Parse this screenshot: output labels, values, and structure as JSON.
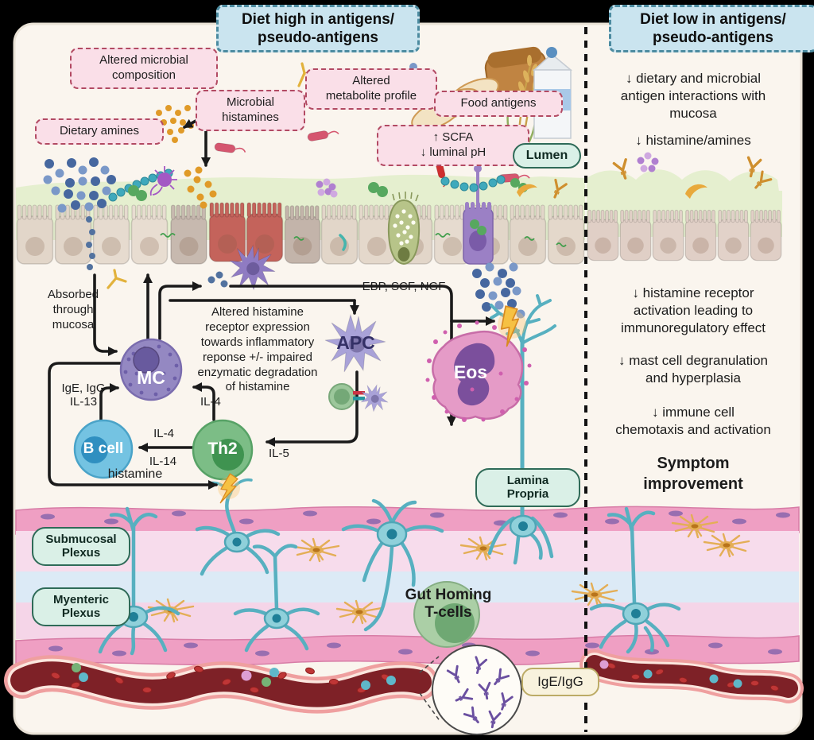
{
  "headers": {
    "left": "Diet high in antigens/\npseudo-antigens",
    "right": "Diet low in antigens/\npseudo-antigens"
  },
  "lumen": {
    "altered_microbial": "Altered microbial\ncomposition",
    "microbial_histamines": "Microbial\nhistamines",
    "dietary_amines": "Dietary amines",
    "altered_metabolite": "Altered\nmetabolite profile",
    "food_antigens": "Food antigens",
    "scfa": "↑ SCFA\n↓ luminal pH",
    "lumen_label": "Lumen"
  },
  "annotations": {
    "absorbed": "Absorbed\nthrough\nmucosa",
    "receptor_note": "Altered histamine\nreceptor expression\ntowards inflammatory\nreponse +/- impaired\nenzymatic degradation\nof histamine",
    "ebp": "EBP, SCF, NGF",
    "ige_igg": "IgE, IgG\nIL-13",
    "il4_a": "IL-4",
    "il4_b": "IL-4",
    "il14": "IL-14",
    "il5": "IL-5",
    "histamine": "histamine"
  },
  "cells": {
    "mc": "MC",
    "b_cell": "B cell",
    "th2": "Th2",
    "apc": "APC",
    "eos": "Eos",
    "gut_homing": "Gut Homing\nT-cells"
  },
  "tissue": {
    "lamina_propria": "Lamina Propria",
    "submucosal": "Submucosal\nPlexus",
    "myenteric": "Myenteric\nPlexus",
    "ige_igg_vessel": "IgE/IgG"
  },
  "right_panel": {
    "item1": "↓ dietary and microbial\nantigen interactions with\nmucosa",
    "item2": "↓ histamine/amines",
    "item3": "↓ histamine receptor\nactivation leading to\nimmunoregulatory effect",
    "item4": "↓ mast cell degranulation\nand hyperplasia",
    "item5": "↓ immune cell\nchemotaxis and activation",
    "symptom": "Symptom\nimprovement"
  },
  "colors": {
    "header_bg": "#cae4ef",
    "header_border": "#4c8ba0",
    "pink_label_bg": "#fadfe8",
    "pink_label_border": "#b24a63",
    "teal_pill_bg": "#daf0e7",
    "teal_pill_border": "#2f6b58",
    "panel_bg": "#faf5ee",
    "mucus": "#e5efcf",
    "muscle": "#ef9fc3",
    "vessel": "#7e2127",
    "neuron": "#57b0c0"
  }
}
